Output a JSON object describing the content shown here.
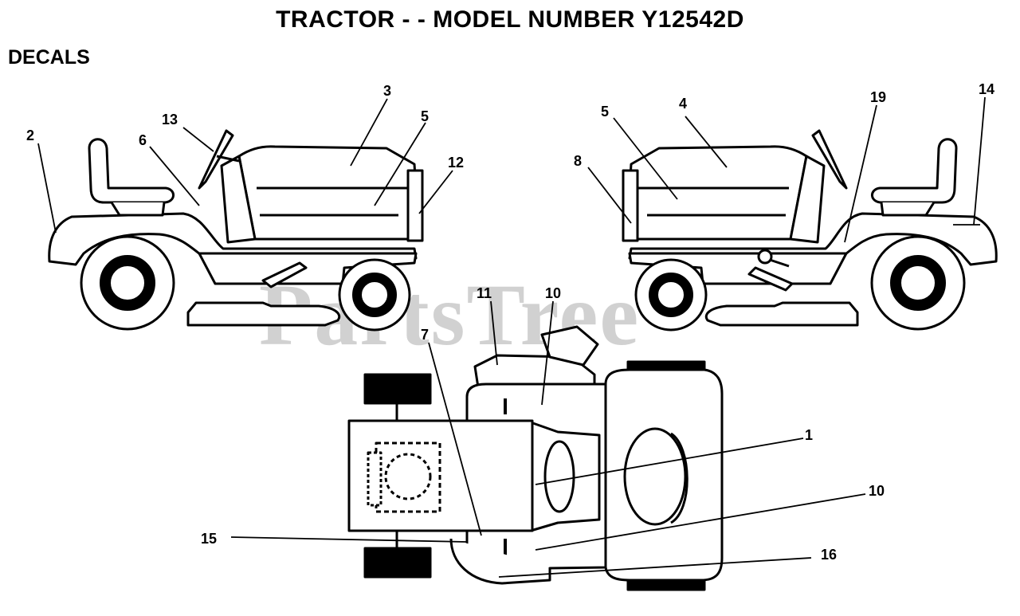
{
  "title": "TRACTOR - - MODEL NUMBER Y12542D",
  "section": "DECALS",
  "watermark": "PartsTree",
  "callouts": {
    "c1": "1",
    "c2": "2",
    "c3": "3",
    "c4": "4",
    "c5a": "5",
    "c5b": "5",
    "c6": "6",
    "c7": "7",
    "c8": "8",
    "c10a": "10",
    "c10b": "10",
    "c11": "11",
    "c12": "12",
    "c13": "13",
    "c14": "14",
    "c15": "15",
    "c16": "16",
    "c19": "19"
  },
  "colors": {
    "line": "#000000",
    "watermark": "#c9c9c9",
    "background": "#ffffff"
  }
}
